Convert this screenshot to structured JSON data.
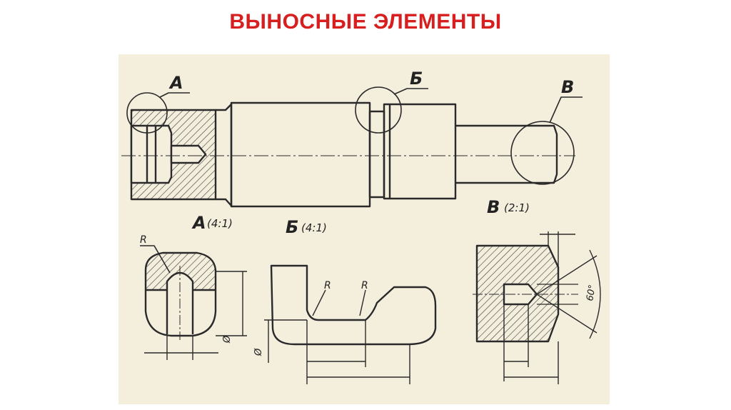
{
  "title": "ВЫНОСНЫЕ ЭЛЕМЕНТЫ",
  "colors": {
    "title": "#d81f1f",
    "paper": "#f4eedd",
    "ink": "#2a2a2a"
  },
  "callouts": {
    "a": "А",
    "b": "Б",
    "v": "В"
  },
  "details": {
    "a": {
      "letter": "А",
      "scale": "(4:1)"
    },
    "b": {
      "letter": "Б",
      "scale": "(4:1)"
    },
    "v": {
      "letter": "В",
      "scale": "(2:1)"
    }
  },
  "annotations": {
    "radius": "R",
    "diameter": "Ø",
    "angle": "60°"
  }
}
